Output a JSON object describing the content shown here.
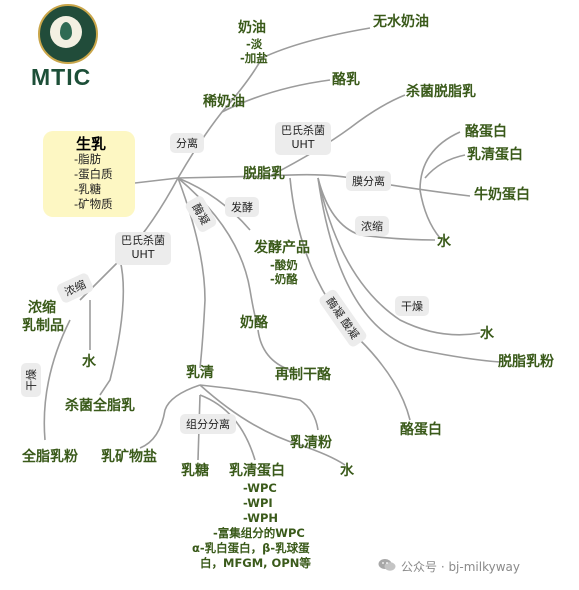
{
  "logo": {
    "text": "MTIC",
    "icon": "milk-drop-seal-icon"
  },
  "root": {
    "title": "生乳",
    "items": [
      "-脂肪",
      "-蛋白质",
      "-乳糖",
      "-矿物质"
    ]
  },
  "nodes": {
    "xinai": "稀奶油",
    "naiyou": "奶油",
    "naiyou_sub1": "-淡",
    "naiyou_sub2": "-加盐",
    "wushui": "无水奶油",
    "laoru": "酪乳",
    "shajun_tuozhi": "杀菌脱脂乳",
    "tuozhi": "脱脂乳",
    "lao_dan": "酪蛋白",
    "ruqing_dan": "乳清蛋白",
    "niunai_dan": "牛奶蛋白",
    "shui_a": "水",
    "fajiao_chanpin": "发酵产品",
    "fajiao_sub1": "-酸奶",
    "fajiao_sub2": "-奶酪",
    "nailao": "奶酪",
    "zaizhi": "再制干酪",
    "ruqing": "乳清",
    "ruqingfen": "乳清粉",
    "shui_b": "水",
    "rutang": "乳糖",
    "ruqing_dan2": "乳清蛋白",
    "wpc_list": [
      "-WPC",
      "-WPI",
      "-WPH",
      "-富集组分的WPC",
      "α-乳白蛋白，β-乳球蛋",
      "白，MFGM, OPN等"
    ],
    "ru_kuang": "乳矿物盐",
    "nongsuo_ru1": "浓缩",
    "nongsuo_ru2": "乳制品",
    "shui_c": "水",
    "shajun_quanzhi": "杀菌全脂乳",
    "quanzhi_fen": "全脂乳粉",
    "shui_d": "水",
    "tuozhi_fen": "脱脂乳粉",
    "lao_dan2": "酪蛋白"
  },
  "labels": {
    "fenli": "分离",
    "pasteur_a1": "巴氏杀菌",
    "pasteur_a2": "UHT",
    "mofenli": "膜分离",
    "fajiao": "发酵",
    "meining": "酶凝",
    "nongsuo_a": "浓缩",
    "pasteur_b1": "巴氏杀菌",
    "pasteur_b2": "UHT",
    "nongsuo_b": "浓缩",
    "ganzao_a": "干燥",
    "ganzao_b": "干燥",
    "meining_suanning": "酶凝 酸凝",
    "zufen_fenli": "组分分离"
  },
  "watermark": {
    "text": "公众号 · bj-milkyway",
    "icon": "wechat-icon"
  },
  "colors": {
    "node_text": "#3a5a1a",
    "lines": "#9a9a9a",
    "label_bg": "#ececec",
    "root_bg": "#fdf7c3",
    "logo_green": "#1d4f38"
  }
}
